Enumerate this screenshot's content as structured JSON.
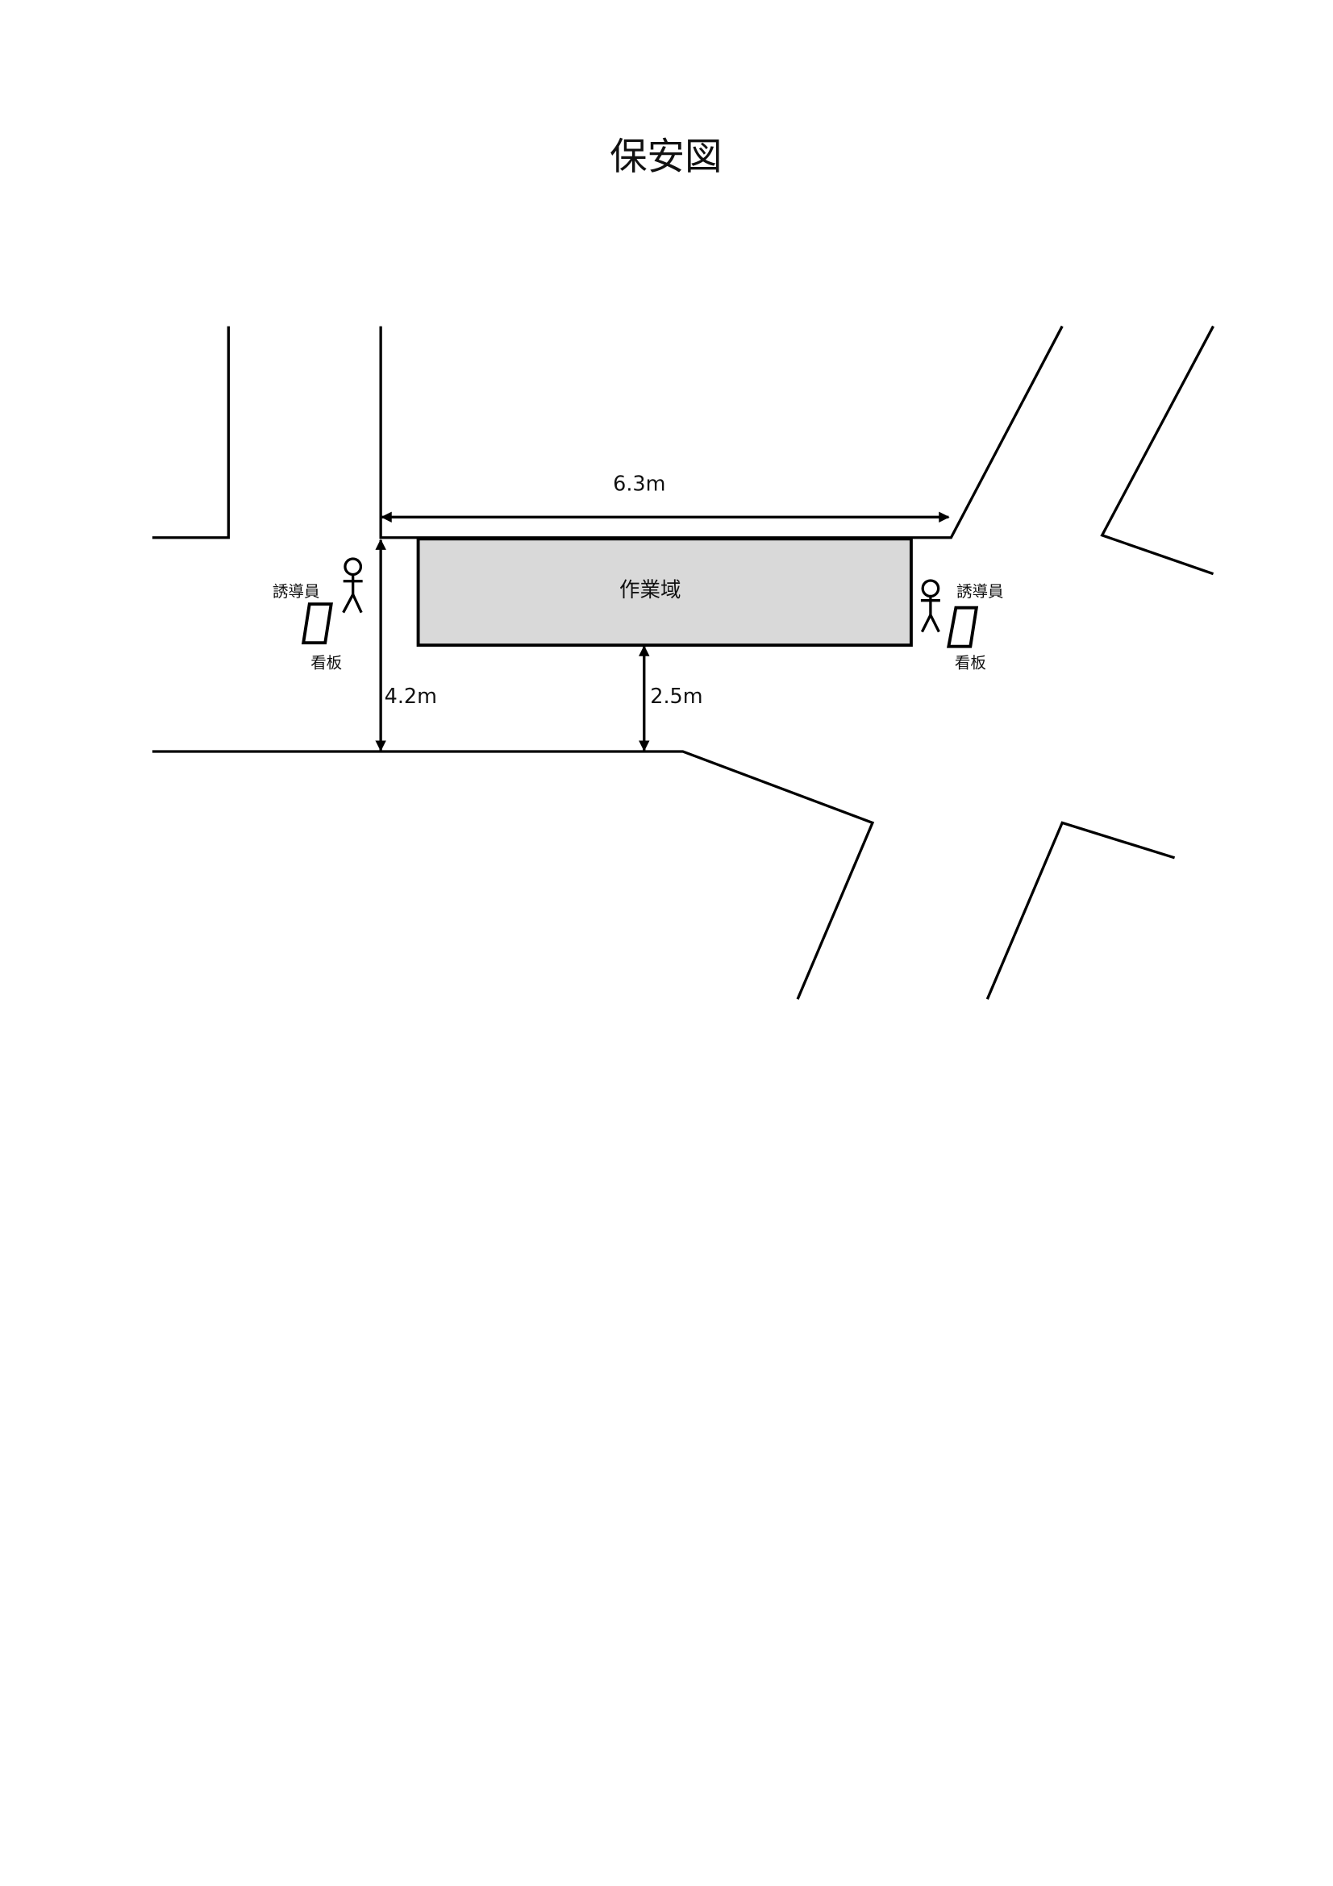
{
  "title": "保安図",
  "work_area": {
    "label": "作業域",
    "fill": "#d9d9d9"
  },
  "dimensions": {
    "width_label": "6.3m",
    "road_width_label": "4.2m",
    "clearance_label": "2.5m"
  },
  "left_guard": {
    "person_label": "誘導員",
    "sign_label": "看板"
  },
  "right_guard": {
    "person_label": "誘導員",
    "sign_label": "看板"
  }
}
